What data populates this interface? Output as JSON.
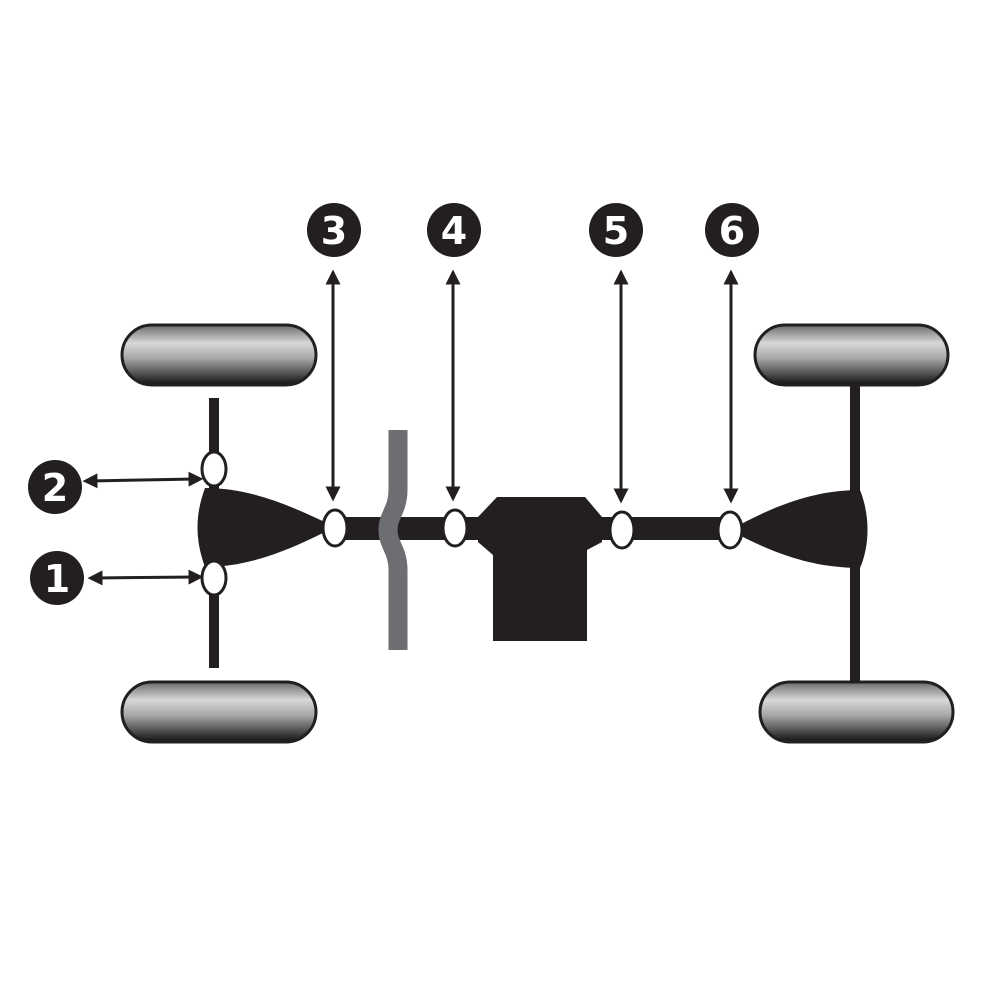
{
  "diagram": {
    "type": "drivetrain-4wd",
    "colors": {
      "ink": "#231f20",
      "gray_break": "#6d6e71",
      "joint_fill": "#ffffff"
    },
    "labels": [
      {
        "id": "1",
        "text": "1"
      },
      {
        "id": "2",
        "text": "2"
      },
      {
        "id": "3",
        "text": "3"
      },
      {
        "id": "4",
        "text": "4"
      },
      {
        "id": "5",
        "text": "5"
      },
      {
        "id": "6",
        "text": "6"
      }
    ]
  }
}
